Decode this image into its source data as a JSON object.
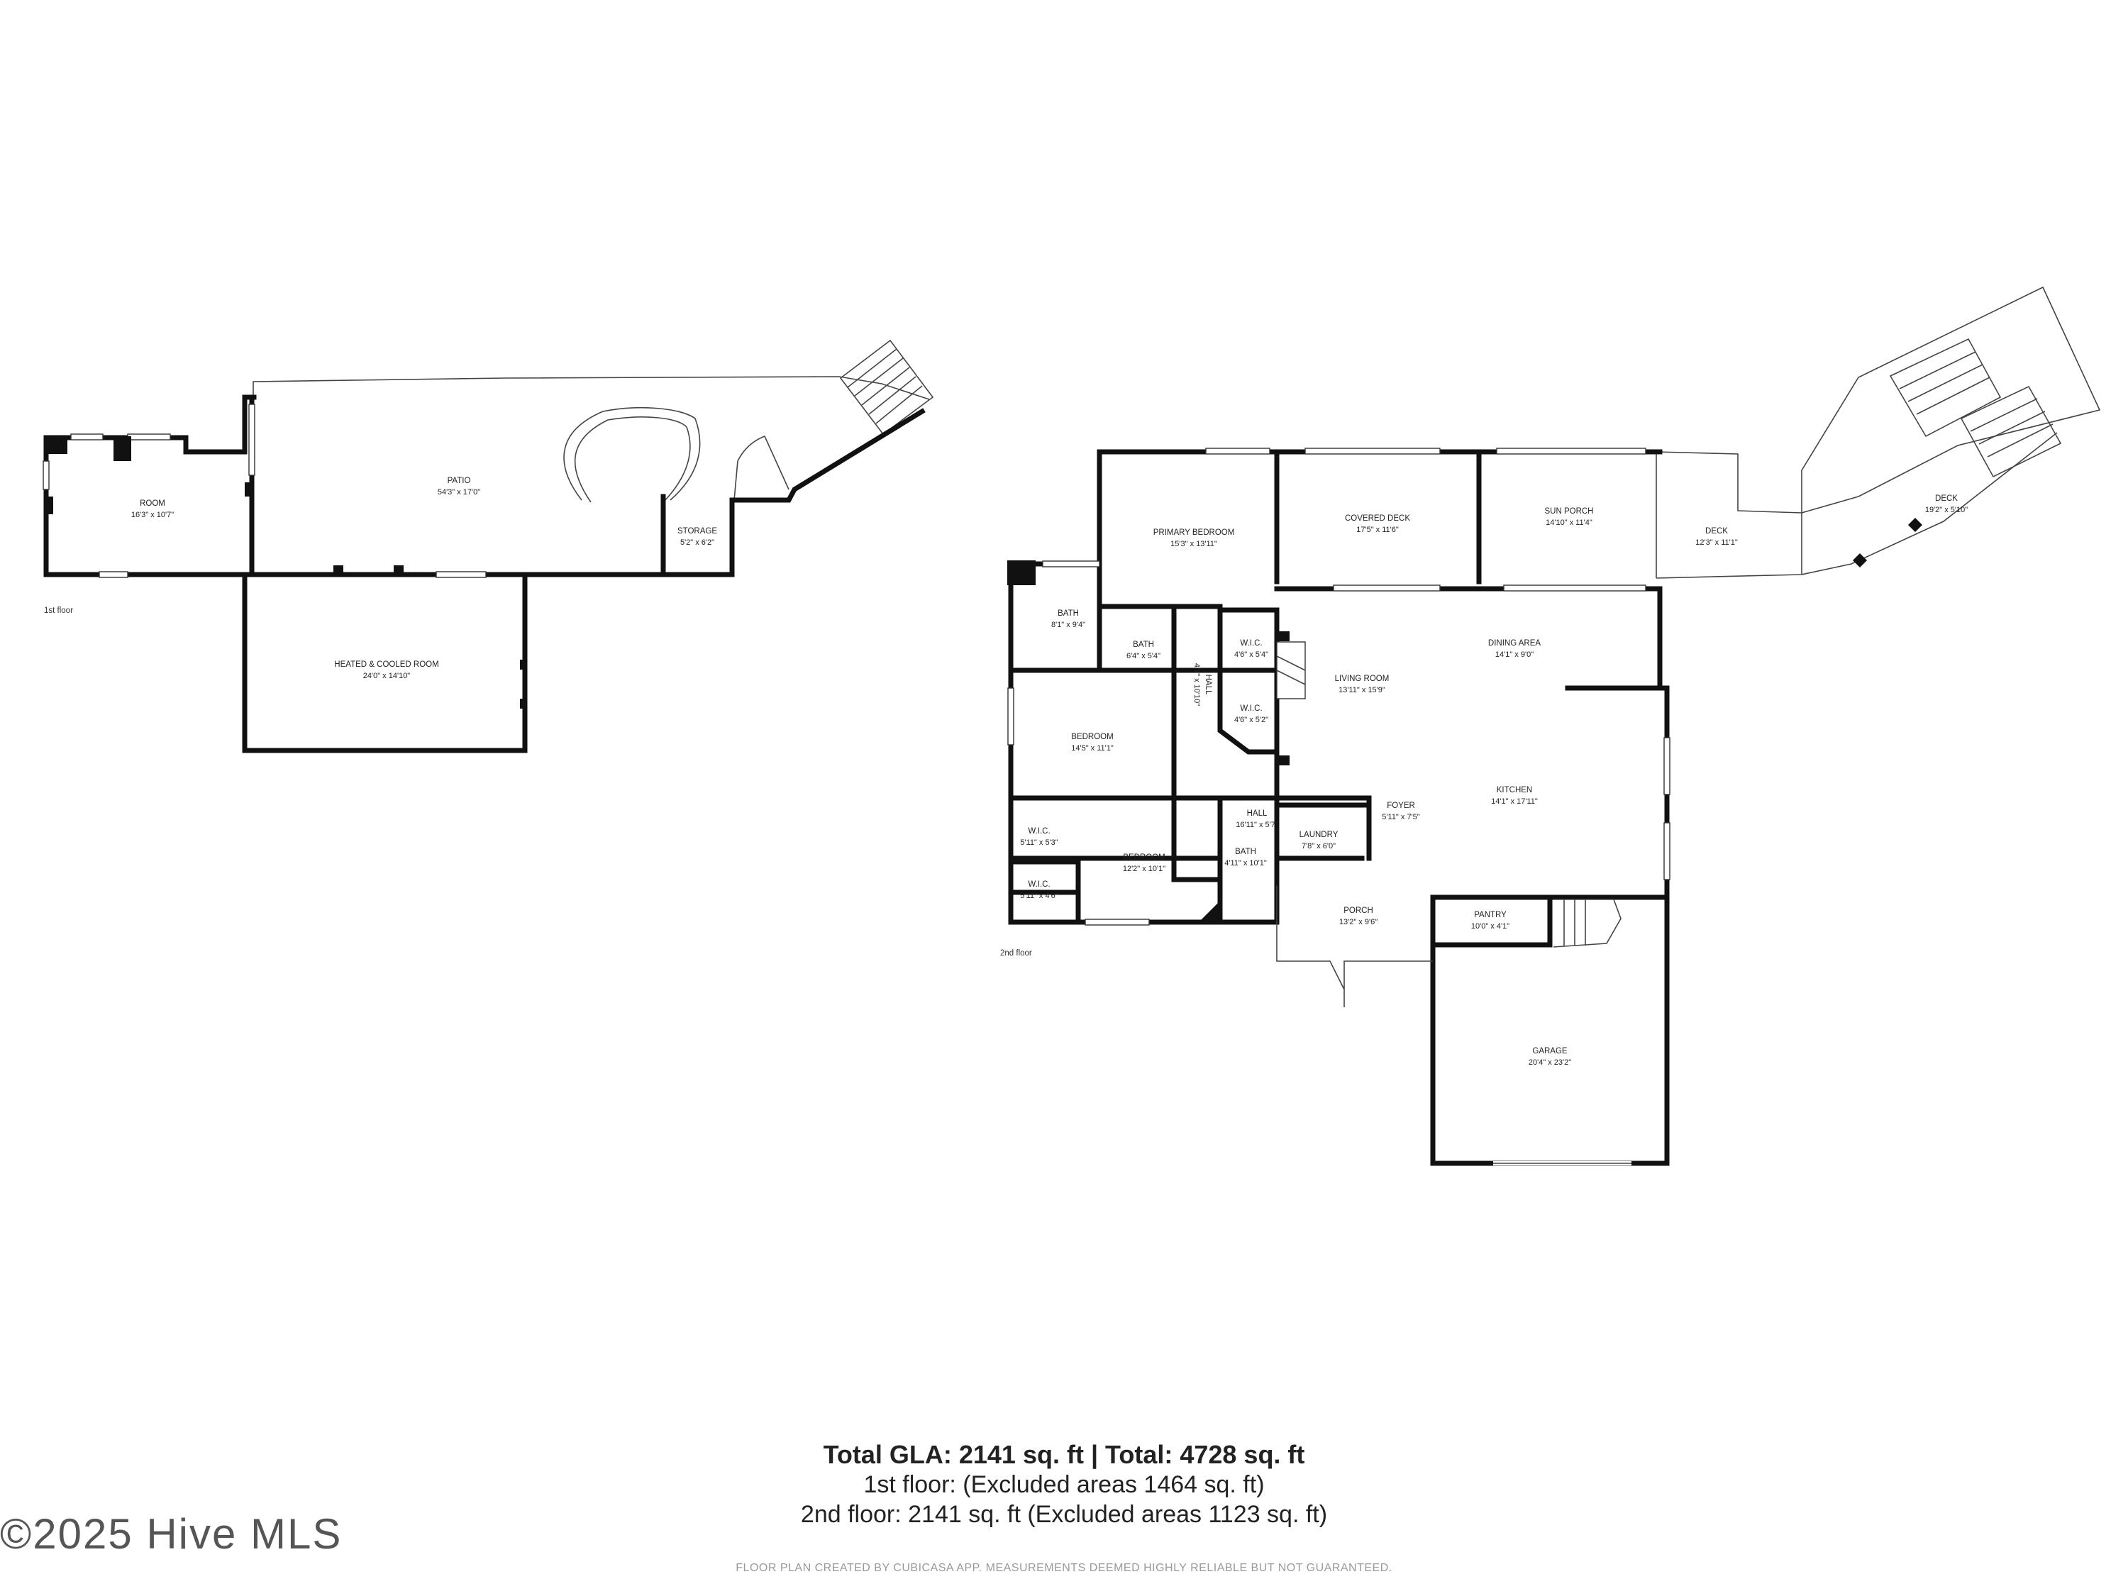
{
  "floors": [
    {
      "label": "1st floor",
      "rooms": [
        {
          "name": "ROOM",
          "dims": "16'3\" x 10'7\""
        },
        {
          "name": "PATIO",
          "dims": "54'3\" x 17'0\""
        },
        {
          "name": "STORAGE",
          "dims": "5'2\" x 6'2\""
        },
        {
          "name": "HEATED & COOLED ROOM",
          "dims": "24'0\" x 14'10\""
        }
      ]
    },
    {
      "label": "2nd floor",
      "rooms": [
        {
          "name": "PRIMARY BEDROOM",
          "dims": "15'3\" x 13'11\""
        },
        {
          "name": "COVERED DECK",
          "dims": "17'5\" x 11'6\""
        },
        {
          "name": "SUN PORCH",
          "dims": "14'10\" x 11'4\""
        },
        {
          "name": "DECK",
          "dims": "12'3\" x 11'1\""
        },
        {
          "name": "DECK",
          "dims": "19'2\" x 5'10\""
        },
        {
          "name": "BATH",
          "dims": "8'1\" x 9'4\""
        },
        {
          "name": "BATH",
          "dims": "6'4\" x 5'4\""
        },
        {
          "name": "HALL",
          "dims": "4'1\" x 10'10\""
        },
        {
          "name": "W.I.C.",
          "dims": "4'6\" x 5'4\""
        },
        {
          "name": "W.I.C.",
          "dims": "4'6\" x 5'2\""
        },
        {
          "name": "LIVING ROOM",
          "dims": "13'11\" x 15'9\""
        },
        {
          "name": "DINING AREA",
          "dims": "14'1\" x 9'0\""
        },
        {
          "name": "BEDROOM",
          "dims": "14'5\" x 11'1\""
        },
        {
          "name": "HALL",
          "dims": "16'11\" x 5'7\""
        },
        {
          "name": "KITCHEN",
          "dims": "14'1\" x 17'11\""
        },
        {
          "name": "FOYER",
          "dims": "5'11\" x 7'5\""
        },
        {
          "name": "LAUNDRY",
          "dims": "7'8\" x 6'0\""
        },
        {
          "name": "W.I.C.",
          "dims": "5'11\" x 5'3\""
        },
        {
          "name": "BEDROOM",
          "dims": "12'2\" x 10'1\""
        },
        {
          "name": "BATH",
          "dims": "4'11\" x 10'1\""
        },
        {
          "name": "W.I.C.",
          "dims": "5'11\" x 4'6\""
        },
        {
          "name": "PORCH",
          "dims": "13'2\" x 9'6\""
        },
        {
          "name": "PANTRY",
          "dims": "10'0\" x 4'1\""
        },
        {
          "name": "GARAGE",
          "dims": "20'4\" x 23'2\""
        }
      ]
    }
  ],
  "summary": {
    "title": "Total GLA: 2141 sq. ft | Total: 4728 sq. ft",
    "floor1": "1st floor: (Excluded areas 1464 sq. ft)",
    "floor2": "2nd floor: 2141 sq. ft (Excluded areas 1123 sq. ft)"
  },
  "watermark": "©2025 Hive MLS",
  "disclaimer": "FLOOR PLAN CREATED BY CUBICASA APP. MEASUREMENTS DEEMED HIGHLY RELIABLE BUT NOT GUARANTEED.",
  "colors": {
    "walls": "#111111",
    "background": "#ffffff",
    "text": "#222222"
  }
}
